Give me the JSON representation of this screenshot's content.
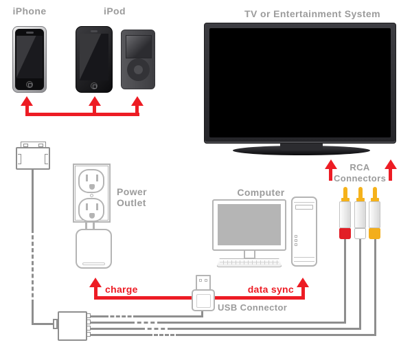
{
  "labels": {
    "iphone": "iPhone",
    "ipod": "iPod",
    "tv": "TV or Entertainment System",
    "computer": "Computer",
    "usb_connector": "USB Connector",
    "charge": "charge",
    "data_sync": "data sync",
    "power_outlet": {
      "line1": "Power",
      "line2": "Outlet"
    },
    "rca_connectors": {
      "line1": "RCA",
      "line2": "Connectors"
    }
  },
  "colors": {
    "accent_red": "#ED1C24",
    "label_gray": "#9B9B9B",
    "outline_light_gray": "#B4B4B4",
    "cable_gray": "#8E8E8E",
    "rca_red": "#E21E26",
    "rca_white": "#FFFFFF",
    "rca_yellow": "#F3AE1C",
    "rca_tip_gold": "#F5B21B",
    "monitor_screen_gray": "#B5B5B5",
    "tv_screen_black": "#000000"
  }
}
